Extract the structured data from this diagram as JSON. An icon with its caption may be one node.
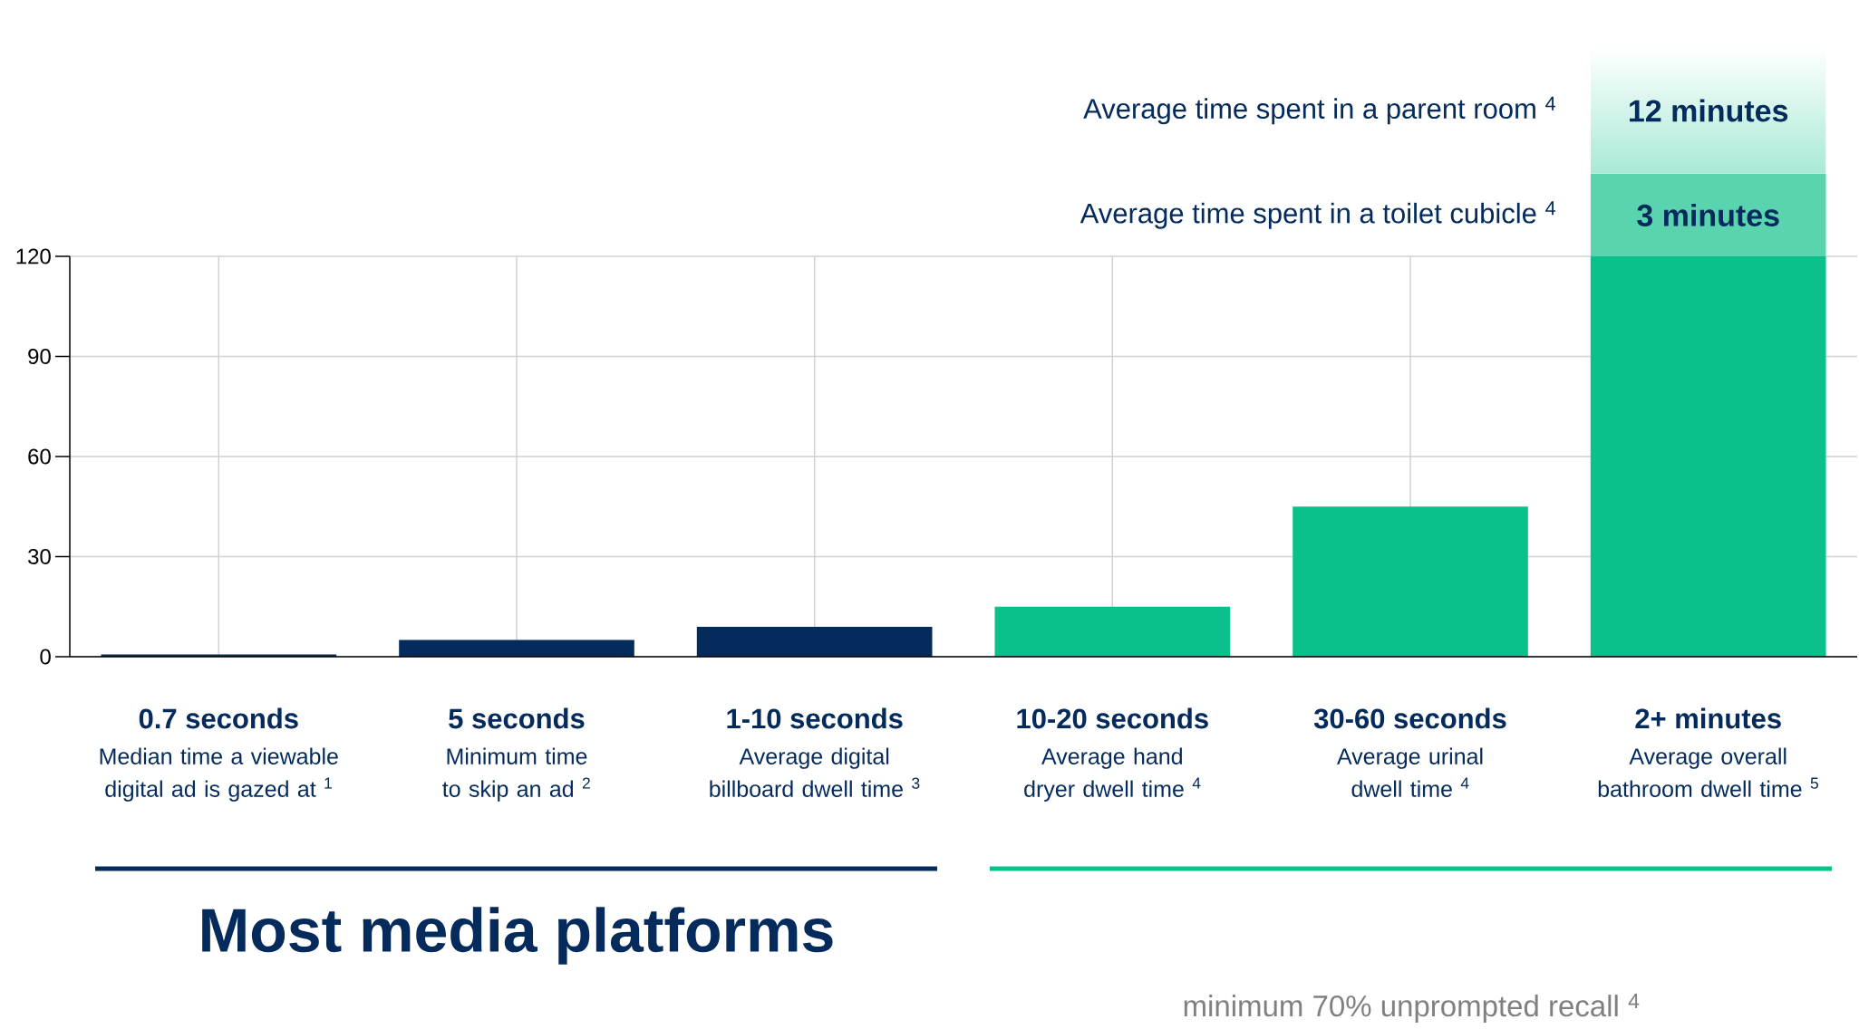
{
  "diagram": {
    "nodes": [
      {
        "text": [
          "12 minutes"
        ],
        "beside": [
          "Average time spent in a parent room $^{4}$"
        ]
      },
      {
        "text": [
          "3 minutes"
        ],
        "beside": [
          "Average time spent in a toilet cubicle $^{4}$"
        ]
      }
    ],
    "labels": [
      "Median time a viewable digital ad is gazed at $^{1}$",
      "Minimum time to skip an ad $^{2}$",
      "Average digital billboard dwell time $^{3}$",
      "Average hand dryer dwell time $^{4}$",
      "Average urinal dwell time $^{4}$",
      "Average overall bathroom dwell time $^{5}$",
      "Most media platforms",
      "minimum 70% unprompted recall $^{4}$"
    ],
    "chart_data": {
      "type": "bar",
      "categories": [
        "0.7 seconds",
        "5 seconds",
        "1-10 seconds",
        "10-20 seconds",
        "30-60 seconds",
        "2+ minutes"
      ],
      "series": [
        {
          "color": "#052b5c",
          "values": [
            0.7,
            5,
            9,
            null,
            null,
            null
          ]
        },
        {
          "color": "#0bc18b",
          "values": [
            null,
            null,
            null,
            15,
            45,
            120
          ]
        }
      ],
      "grid": true,
      "ylim": [
        0,
        120
      ],
      "yticks": [
        0,
        30,
        60,
        90,
        120
      ]
    }
  }
}
